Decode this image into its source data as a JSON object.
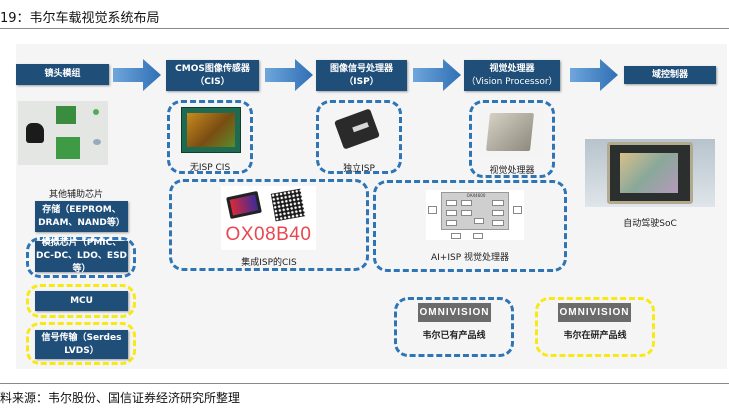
{
  "figure": {
    "title": "19：韦尔车载视觉系统布局",
    "source": "料来源：韦尔股份、国信证券经济研究所整理"
  },
  "pipeline": [
    {
      "line1": "镜头模组",
      "line2": ""
    },
    {
      "line1": "CMOS图像传感器",
      "line2": "（CIS）"
    },
    {
      "line1": "图像信号处理器",
      "line2": "（ISP）"
    },
    {
      "line1": "视觉处理器",
      "line2": "（Vision Processor）"
    },
    {
      "line1": "域控制器",
      "line2": ""
    }
  ],
  "left_column": {
    "heading": "其他辅助芯片",
    "chips": [
      {
        "line1": "存储（EEPROM、",
        "line2": "DRAM、NAND等）",
        "frame": "none"
      },
      {
        "line1": "模拟芯片（PMIC、",
        "line2": "DC-DC、LDO、ESD等）",
        "frame": "blue"
      },
      {
        "line1": "MCU",
        "line2": "",
        "frame": "yellow"
      },
      {
        "line1": "信号传输（Serdes",
        "line2": "LVDS）",
        "frame": "yellow"
      }
    ]
  },
  "products": {
    "no_isp_cis": "无ISP CIS",
    "standalone_isp": "独立ISP",
    "vision_processor": "视觉处理器",
    "integrated_cis_label": "OX08B40",
    "integrated_cis": "集成ISP的CIS",
    "ai_isp": "AI+ISP 视觉处理器",
    "ai_isp_chip_name": "OAX4600",
    "soc": "自动驾驶SoC"
  },
  "legend": [
    {
      "brand": "OMNIVISION",
      "label": "韦尔已有产品线",
      "frame": "blue"
    },
    {
      "brand": "OMNIVISION",
      "label": "韦尔在研产品线",
      "frame": "yellow"
    }
  ],
  "colors": {
    "header_box": "#1f4e79",
    "arrow": "#4a86c8",
    "existing_frame": "#2e75b6",
    "developing_frame": "#f7e914",
    "ox_label": "#e8474f"
  }
}
